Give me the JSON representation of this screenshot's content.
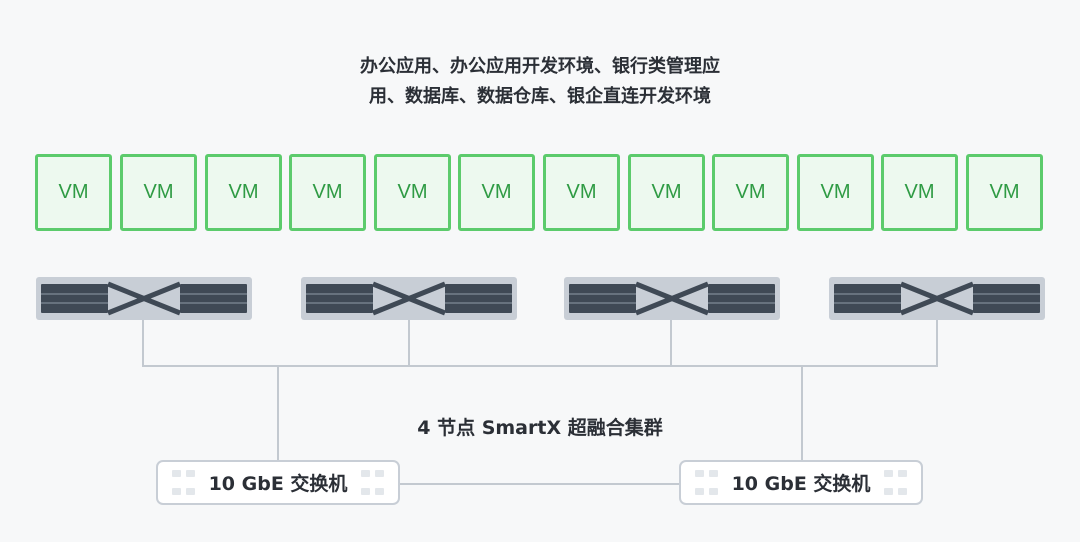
{
  "caption": {
    "line1": "办公应用、办公应用开发环境、银行类管理应",
    "line2": "用、数据库、数据仓库、银企直连开发环境"
  },
  "vms": [
    "VM",
    "VM",
    "VM",
    "VM",
    "VM",
    "VM",
    "VM",
    "VM",
    "VM",
    "VM",
    "VM",
    "VM"
  ],
  "cluster_label": "4 节点 SmartX 超融合集群",
  "switches": [
    "10 GbE 交换机",
    "10 GbE 交换机"
  ],
  "colors": {
    "vm_border": "#5ccb6c",
    "vm_text": "#2f9b44",
    "server_body": "#c8ced6",
    "server_bay": "#3f4955",
    "link_line": "#c3c9d0"
  },
  "icons": [
    "server-icon",
    "switch-icon"
  ]
}
